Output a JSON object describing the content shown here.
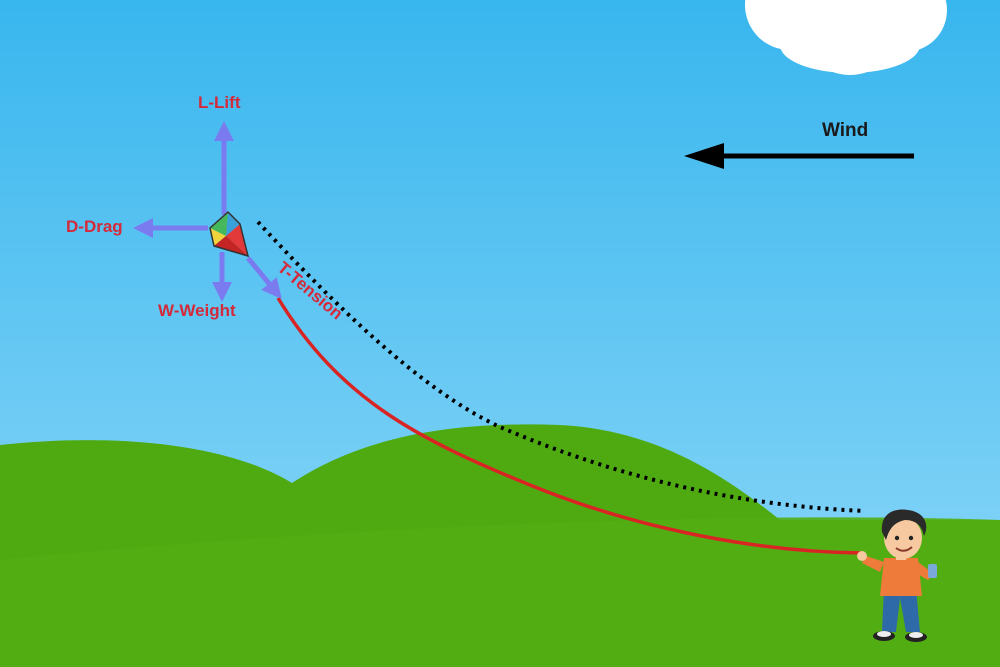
{
  "labels": {
    "lift": "L-Lift",
    "drag": "D-Drag",
    "weight": "W-Weight",
    "tension": "T-Tension",
    "wind": "Wind"
  },
  "colors": {
    "sky_top": "#38b6ee",
    "sky_bottom": "#8ed8f8",
    "grass": "#4faa12",
    "grass_dark": "#3f9410",
    "force_arrow": "#7b7bf0",
    "force_label": "#d42a3a",
    "string": "#d92424",
    "wind_arrow": "#000000",
    "cloud": "#ffffff"
  },
  "icons": {
    "kite": "kite-icon",
    "cloud": "cloud-icon",
    "boy": "boy-flying-kite-icon"
  }
}
